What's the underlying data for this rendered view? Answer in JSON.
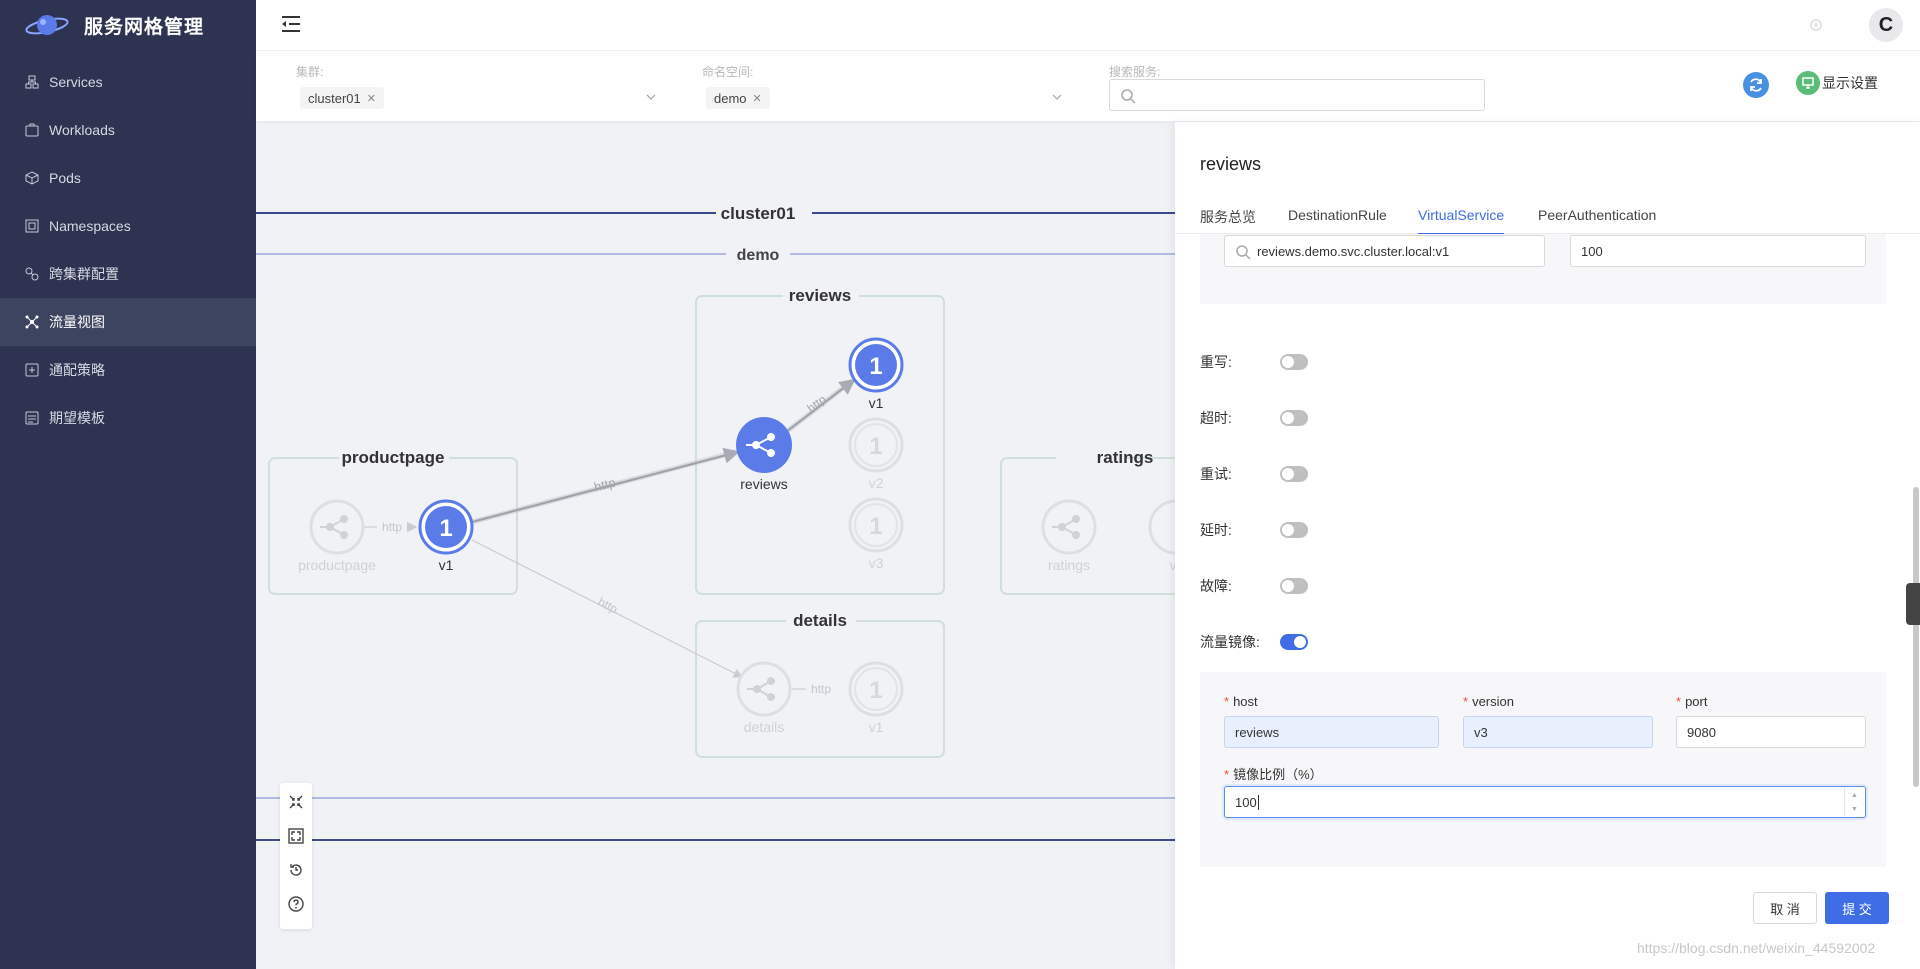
{
  "app": {
    "title": "服务网格管理"
  },
  "sidebar": {
    "items": [
      {
        "label": "Services",
        "icon": "services-icon",
        "active": false
      },
      {
        "label": "Workloads",
        "icon": "workloads-icon",
        "active": false
      },
      {
        "label": "Pods",
        "icon": "pods-icon",
        "active": false
      },
      {
        "label": "Namespaces",
        "icon": "namespaces-icon",
        "active": false
      },
      {
        "label": "跨集群配置",
        "icon": "cross-cluster-icon",
        "active": false
      },
      {
        "label": "流量视图",
        "icon": "traffic-view-icon",
        "active": true
      },
      {
        "label": "通配策略",
        "icon": "policy-icon",
        "active": false
      },
      {
        "label": "期望模板",
        "icon": "template-icon",
        "active": false
      }
    ]
  },
  "header": {
    "avatar_letter": "C"
  },
  "filters": {
    "cluster_label": "集群:",
    "cluster_tag": "cluster01",
    "namespace_label": "命名空间:",
    "namespace_tag": "demo",
    "search_label": "搜索服务:",
    "search_placeholder": "",
    "display_settings": "显示设置"
  },
  "graph": {
    "cluster_label": "cluster01",
    "namespace_label": "demo",
    "groups": {
      "productpage": "productpage",
      "reviews": "reviews",
      "details": "details",
      "ratings": "ratings"
    },
    "nodes": {
      "productpage_service": "productpage",
      "productpage_v1": "v1",
      "reviews_service": "reviews",
      "reviews_v1": "v1",
      "reviews_v2": "v2",
      "reviews_v3": "v3",
      "details_service": "details",
      "details_v1": "v1",
      "ratings_service": "ratings",
      "ratings_v": "v"
    },
    "badge": "1",
    "edge_label": "http"
  },
  "drawer": {
    "title": "reviews",
    "tabs": [
      {
        "label": "服务总览",
        "active": false
      },
      {
        "label": "DestinationRule",
        "active": false
      },
      {
        "label": "VirtualService",
        "active": true
      },
      {
        "label": "PeerAuthentication",
        "active": false
      }
    ],
    "route": {
      "host_value": "reviews.demo.svc.cluster.local:v1",
      "weight_value": "100"
    },
    "switches": [
      {
        "label": "重写:",
        "on": false
      },
      {
        "label": "超时:",
        "on": false
      },
      {
        "label": "重试:",
        "on": false
      },
      {
        "label": "延时:",
        "on": false
      },
      {
        "label": "故障:",
        "on": false
      },
      {
        "label": "流量镜像:",
        "on": true
      }
    ],
    "mirror": {
      "host_label": "host",
      "host_value": "reviews",
      "version_label": "version",
      "version_value": "v3",
      "port_label": "port",
      "port_value": "9080",
      "ratio_label": "镜像比例（%）",
      "ratio_value": "100"
    },
    "cancel": "取 消",
    "submit": "提 交"
  },
  "watermark": "https://blog.csdn.net/weixin_44592002",
  "colors": {
    "accent": "#3e6de6",
    "sidebar": "#2d3350",
    "node": "#5b7be9",
    "line_dark": "#3c4a8c"
  }
}
